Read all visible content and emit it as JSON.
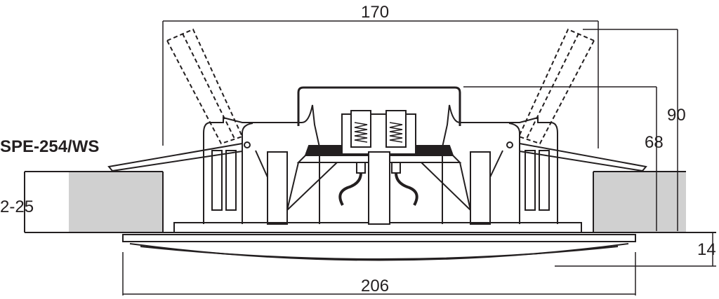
{
  "model": "SPE-254/WS",
  "dimensions": {
    "width_top": "170",
    "height_total": "90",
    "height_body": "68",
    "ceiling_thickness": "2-25",
    "grille_height": "14",
    "grille_diameter": "206"
  },
  "colors": {
    "line": "#231f20",
    "ceiling": "#d0d0d0"
  }
}
